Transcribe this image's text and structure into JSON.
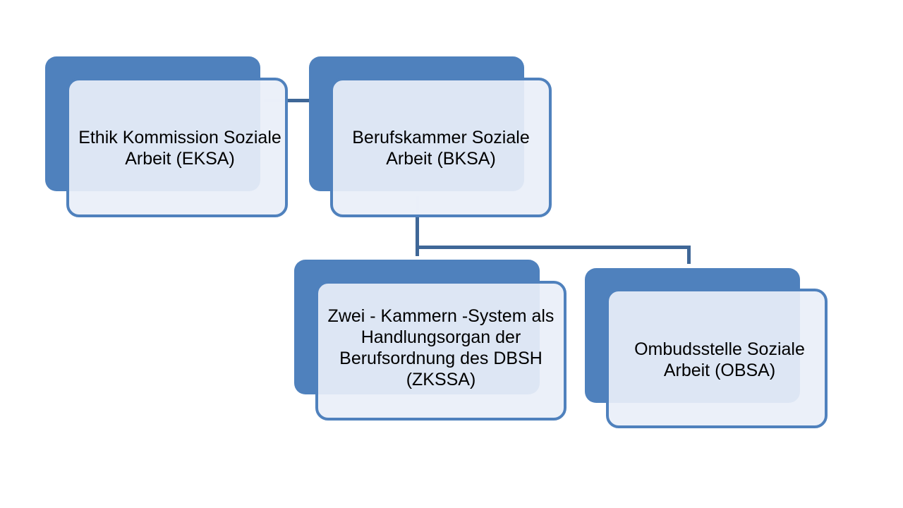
{
  "diagram": {
    "nodes": [
      {
        "id": "eksa",
        "label": "Ethik Kommission Soziale Arbeit (EKSA)"
      },
      {
        "id": "bksa",
        "label": "Berufskammer Soziale Arbeit (BKSA)"
      },
      {
        "id": "zkssa",
        "label": "Zwei - Kammern  -System als Handlungsorgan der Berufsordnung des DBSH (ZKSSA)"
      },
      {
        "id": "obsa",
        "label": "Ombudsstelle Soziale Arbeit (OBSA)"
      }
    ],
    "edges": [
      {
        "from": "eksa",
        "to": "bksa"
      },
      {
        "from": "bksa",
        "to": "zkssa"
      },
      {
        "from": "bksa",
        "to": "obsa"
      }
    ],
    "colors": {
      "accent": "#4f81bd",
      "connector": "#3f6797",
      "card_fill": "#e9eff8"
    }
  }
}
